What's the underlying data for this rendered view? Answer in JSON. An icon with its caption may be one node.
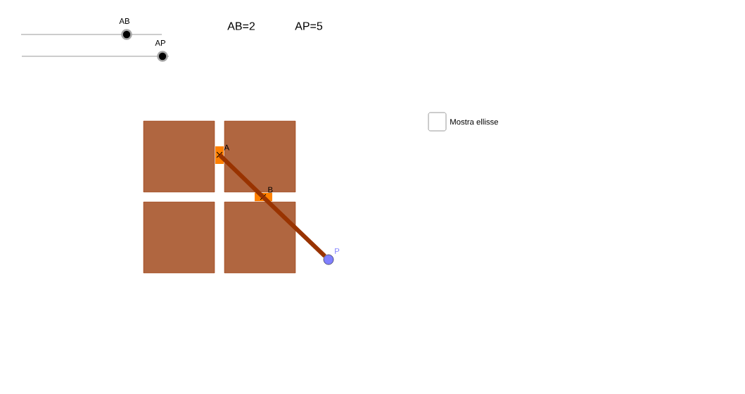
{
  "diagram": {
    "nodes": [
      {
        "text": [
          "A"
        ]
      },
      {
        "text": [
          "B"
        ]
      },
      {
        "text": [
          "P"
        ]
      }
    ],
    "edges": [
      {
        "from": 0,
        "to": 1,
        "arrow": "none"
      },
      {
        "from": 1,
        "to": 2,
        "arrow": "none"
      }
    ],
    "labels": [
      "AB",
      "AP",
      "AB=2",
      "AP=5",
      "Mostra ellisse"
    ]
  }
}
